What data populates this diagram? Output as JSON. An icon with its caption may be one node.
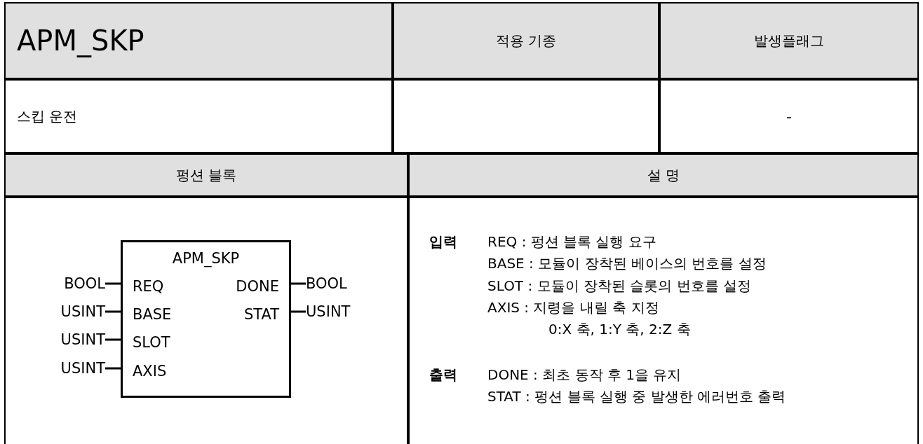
{
  "diagram": {
    "nodes": [
      {
        "text": [
          "APM_SKP",
          "REQ",
          "BASE",
          "SLOT",
          "AXIS",
          "DONE",
          "STAT"
        ]
      },
      {
        "text": [
          "BOOL"
        ]
      },
      {
        "text": [
          "USINT"
        ]
      },
      {
        "text": [
          "USINT"
        ]
      },
      {
        "text": [
          "USINT"
        ]
      },
      {
        "text": [
          "BOOL"
        ]
      },
      {
        "text": [
          "USINT"
        ]
      }
    ],
    "edges": [
      {
        "from": 1,
        "to": 0,
        "arrow": "none"
      },
      {
        "from": 2,
        "to": 0,
        "arrow": "none"
      },
      {
        "from": 3,
        "to": 0,
        "arrow": "none"
      },
      {
        "from": 4,
        "to": 0,
        "arrow": "none"
      },
      {
        "from": 0,
        "to": 5,
        "arrow": "none"
      },
      {
        "from": 0,
        "to": 6,
        "arrow": "none"
      }
    ],
    "labels": [
      "APM_SKP",
      "적용 기종",
      "발생플래그",
      "스킵 운전",
      "-",
      "펑션 블록",
      "설 명",
      "입력",
      "REQ : 펑션 블록 실행 요구",
      "BASE : 모듈이 장착된 베이스의 번호를 설정",
      "SLOT : 모듈이 장착된 슬롯의 번호를 설정",
      "AXIS : 지령을 내릴 축 지정",
      "0:X 축, 1:Y 축, 2:Z 축",
      "출력",
      "DONE : 최초 동작 후 1을 유지",
      "STAT : 펑션 블록 실행 중 발생한 에러번호 출력"
    ]
  }
}
